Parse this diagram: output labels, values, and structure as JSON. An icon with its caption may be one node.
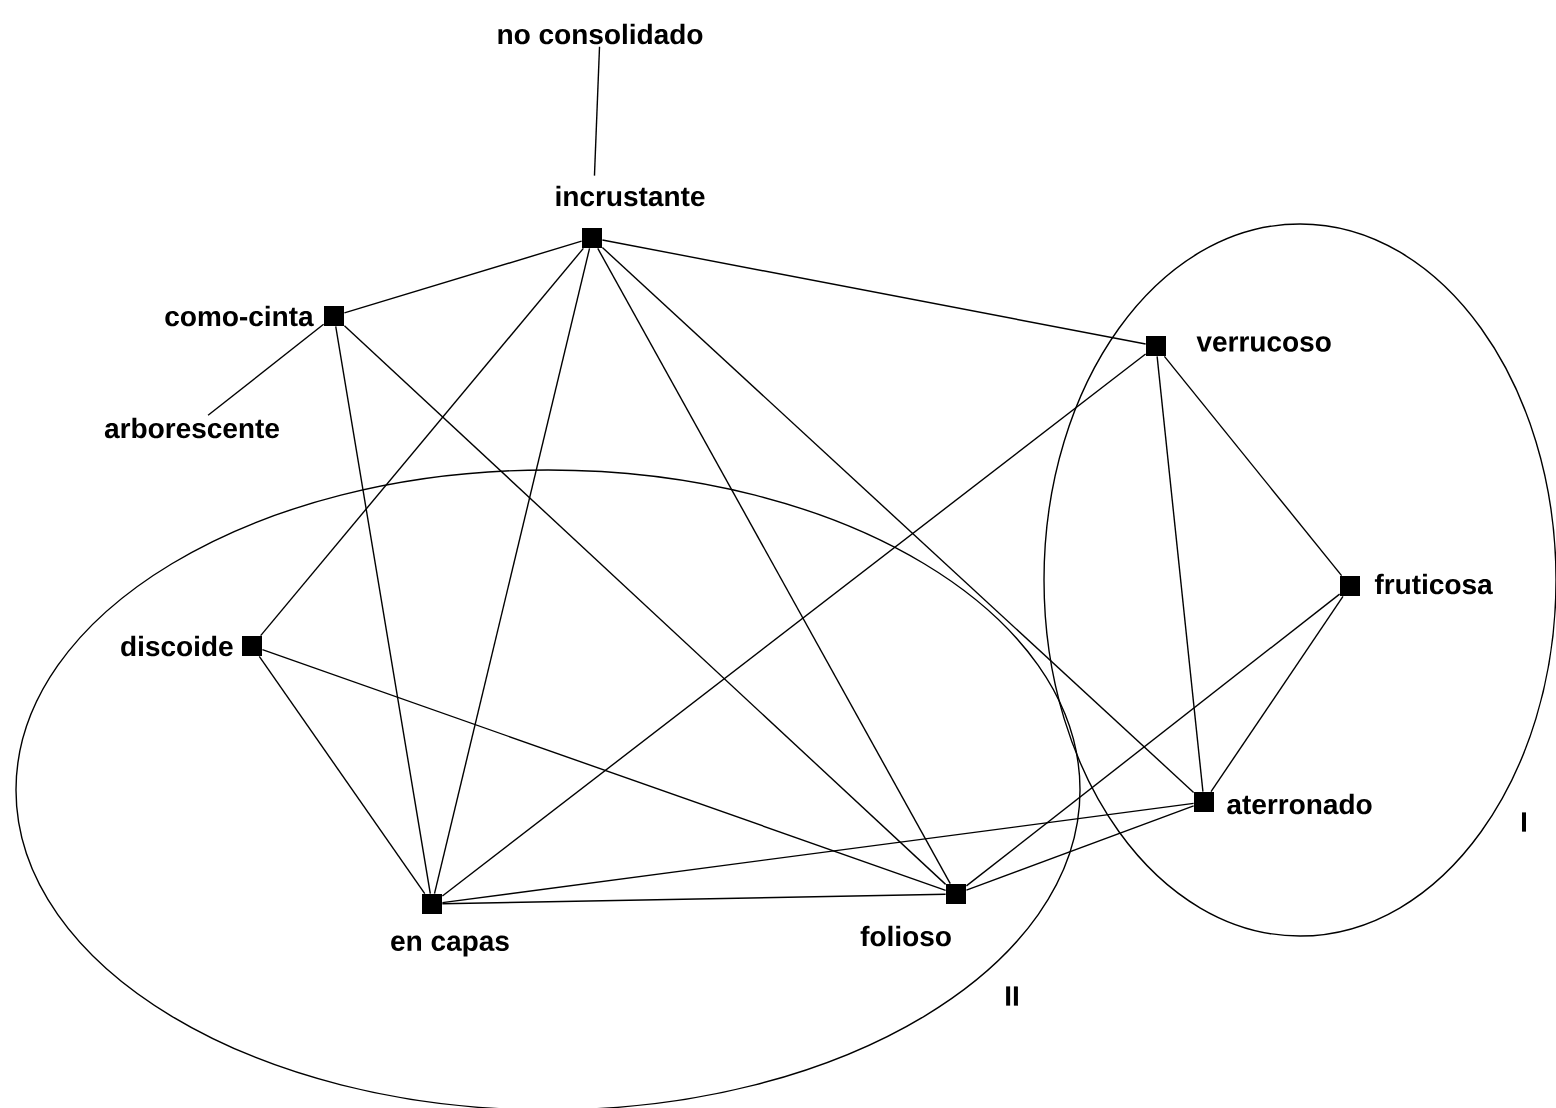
{
  "diagram": {
    "nodes": [
      {
        "text": [
          "no consolidado"
        ]
      },
      {
        "text": [
          "incrustante"
        ]
      },
      {
        "text": [
          "como-cinta"
        ]
      },
      {
        "text": [
          "arborescente"
        ]
      },
      {
        "text": [
          "I"
        ]
      },
      {
        "text": [
          "verrucoso"
        ],
        "in": 4
      },
      {
        "text": [
          "fruticosa"
        ],
        "in": 4
      },
      {
        "text": [
          "II"
        ]
      },
      {
        "text": [
          "discoide"
        ],
        "in": 7
      },
      {
        "text": [
          "aterronado"
        ],
        "in": 4
      },
      {
        "text": [
          "en capas"
        ],
        "in": 7
      },
      {
        "text": [
          "folioso"
        ],
        "in": 7
      }
    ],
    "edges": [
      {
        "from": 0,
        "to": 1,
        "arrow": "none"
      },
      {
        "from": 3,
        "to": 2,
        "arrow": "none"
      },
      {
        "from": 1,
        "to": 2,
        "arrow": "none"
      },
      {
        "from": 1,
        "to": 5,
        "arrow": "none"
      },
      {
        "from": 1,
        "to": 8,
        "arrow": "none"
      },
      {
        "from": 1,
        "to": 10,
        "arrow": "none"
      },
      {
        "from": 1,
        "to": 11,
        "arrow": "none"
      },
      {
        "from": 1,
        "to": 9,
        "arrow": "none"
      },
      {
        "from": 2,
        "to": 10,
        "arrow": "none"
      },
      {
        "from": 2,
        "to": 11,
        "arrow": "none"
      },
      {
        "from": 5,
        "to": 10,
        "arrow": "none"
      },
      {
        "from": 5,
        "to": 6,
        "arrow": "none"
      },
      {
        "from": 5,
        "to": 9,
        "arrow": "none"
      },
      {
        "from": 6,
        "to": 11,
        "arrow": "none"
      },
      {
        "from": 6,
        "to": 9,
        "arrow": "none"
      },
      {
        "from": 9,
        "to": 10,
        "arrow": "none"
      },
      {
        "from": 9,
        "to": 11,
        "arrow": "none"
      },
      {
        "from": 8,
        "to": 10,
        "arrow": "none"
      },
      {
        "from": 8,
        "to": 11,
        "arrow": "none"
      },
      {
        "from": 10,
        "to": 11,
        "arrow": "none"
      }
    ]
  }
}
